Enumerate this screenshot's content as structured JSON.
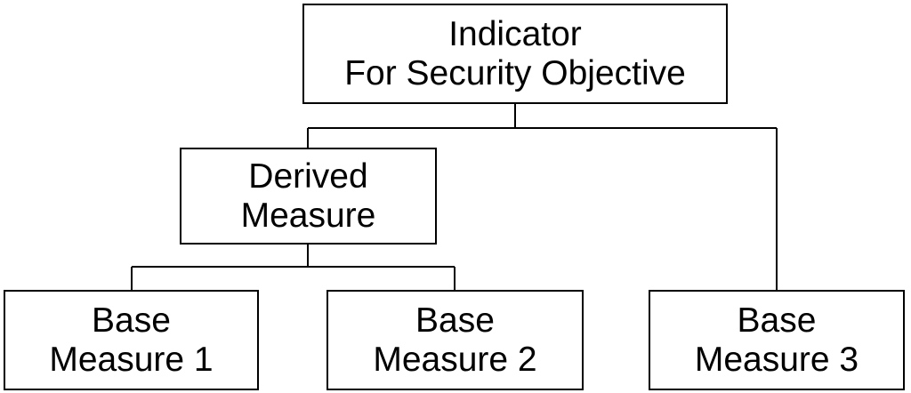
{
  "diagram": {
    "nodes": {
      "indicator": {
        "line1": "Indicator",
        "line2": "For Security Objective"
      },
      "derived": {
        "line1": "Derived",
        "line2": "Measure"
      },
      "base1": {
        "line1": "Base",
        "line2": "Measure 1"
      },
      "base2": {
        "line1": "Base",
        "line2": "Measure 2"
      },
      "base3": {
        "line1": "Base",
        "line2": "Measure 3"
      }
    },
    "edges": [
      {
        "from": "Indicator For Security Objective",
        "to": "Derived Measure"
      },
      {
        "from": "Indicator For Security Objective",
        "to": "Base Measure 3"
      },
      {
        "from": "Derived Measure",
        "to": "Base Measure 1"
      },
      {
        "from": "Derived Measure",
        "to": "Base Measure 2"
      }
    ],
    "colors": {
      "line": "#000000",
      "box_fill": "#ffffff",
      "text": "#000000"
    }
  }
}
